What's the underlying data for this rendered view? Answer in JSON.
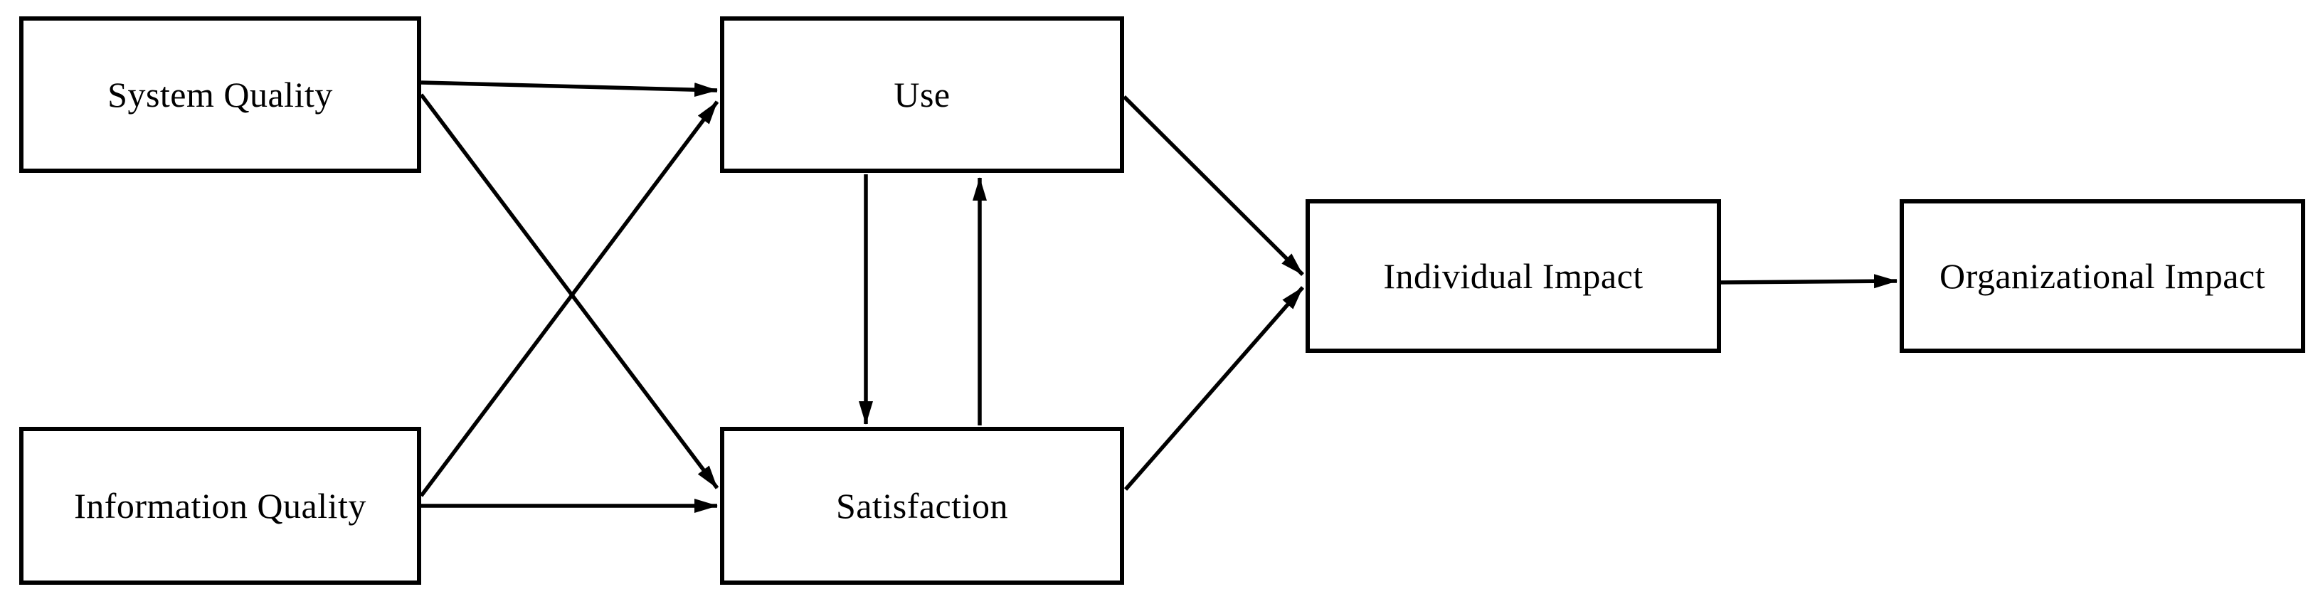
{
  "diagram": {
    "nodes": [
      {
        "id": "system-quality",
        "label": "System Quality"
      },
      {
        "id": "information-quality",
        "label": "Information Quality"
      },
      {
        "id": "use",
        "label": "Use"
      },
      {
        "id": "satisfaction",
        "label": "Satisfaction"
      },
      {
        "id": "individual-impact",
        "label": "Individual Impact"
      },
      {
        "id": "organizational-impact",
        "label": "Organizational Impact"
      }
    ],
    "edges": [
      {
        "from": "system-quality",
        "to": "use"
      },
      {
        "from": "system-quality",
        "to": "satisfaction"
      },
      {
        "from": "information-quality",
        "to": "use"
      },
      {
        "from": "information-quality",
        "to": "satisfaction"
      },
      {
        "from": "use",
        "to": "satisfaction"
      },
      {
        "from": "satisfaction",
        "to": "use"
      },
      {
        "from": "use",
        "to": "individual-impact"
      },
      {
        "from": "satisfaction",
        "to": "individual-impact"
      },
      {
        "from": "individual-impact",
        "to": "organizational-impact"
      }
    ],
    "colors": {
      "line": "#000000",
      "text": "#000000",
      "box_fill": "#ffffff",
      "background": "#ffffff"
    }
  }
}
